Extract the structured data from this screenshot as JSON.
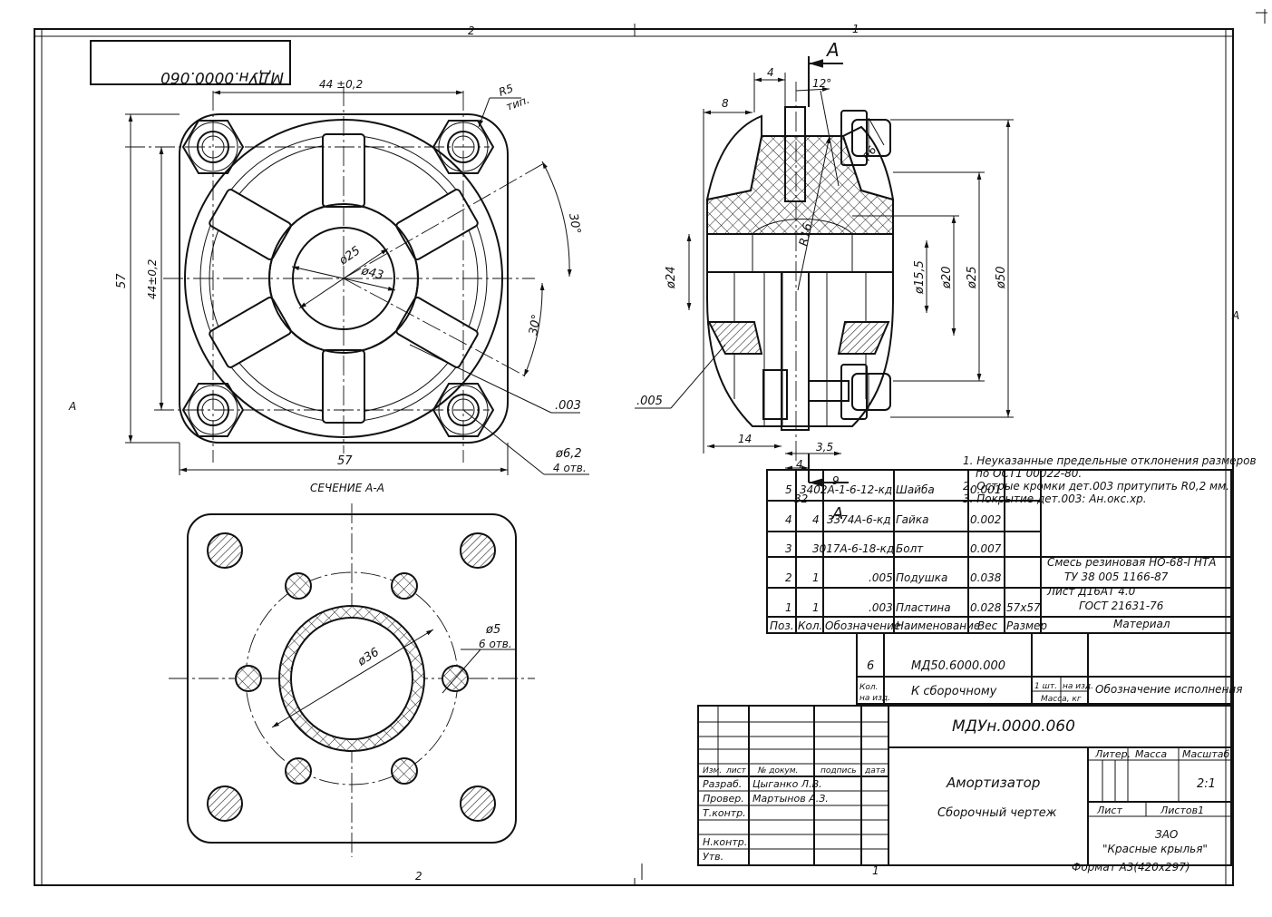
{
  "sheet": {
    "drawing_number": "МДУн.0000.060",
    "drawing_number_mirrored": "МДУн.0000.060",
    "zones": {
      "top_2": "2",
      "top_1": "1",
      "bottom_2": "2",
      "bottom_1": "1",
      "left_a": "А",
      "right_a": "А"
    },
    "format": "Формат А3(420х297)"
  },
  "front_view": {
    "dims": {
      "top_44": "44 ±0,2",
      "r5": "R5",
      "r5_tip": "тип.",
      "left_57": "57",
      "left_44": "44±0,2",
      "bottom_57": "57",
      "angle_30_top": "30°",
      "angle_30_bottom": "30°",
      "d25": "ø25",
      "d43": "ø43",
      "callout_003": ".003",
      "hole_d": "ø6,2",
      "hole_count": "4 отв."
    }
  },
  "section": {
    "title": "СЕЧЕНИЕ А-А",
    "dims": {
      "d36": "ø36",
      "d5": "ø5",
      "holes": "6 отв."
    }
  },
  "side_view": {
    "dims": {
      "mark_a": "А",
      "mark_a2": "А",
      "d4": "4",
      "d8": "8",
      "angle12": "12°",
      "r6": "R6",
      "d24": "ø24",
      "r16": "R16",
      "d15_5": "ø15,5",
      "d20": "ø20",
      "d25": "ø25",
      "d50": "ø50",
      "callout_005": ".005",
      "d14": "14",
      "d3_5": "3,5",
      "d4b": "4",
      "d9": "9",
      "d32": "32"
    }
  },
  "notes": [
    "1. Неуказанные предельные отклонения размеров",
    "по ОСТ1 00022-80.",
    "2. Острые кромки дет.003 притупить R0,2 мм.",
    "3. Покрытие дет.003: Ан.окс.хр."
  ],
  "bom": {
    "headers": [
      "Поз.",
      "Кол.",
      "Обозначение",
      "Наименование",
      "Вес",
      "Размер",
      "Материал"
    ],
    "rows": [
      {
        "pos": "5",
        "qty": "",
        "designation": "3402А-1-6-12-кд",
        "name": "Шайба",
        "weight": "0.001",
        "size": "",
        "material": ""
      },
      {
        "pos": "4",
        "qty": "4",
        "designation": "3374А-6-кд",
        "name": "Гайка",
        "weight": "0.002",
        "size": "",
        "material": ""
      },
      {
        "pos": "3",
        "qty": "",
        "designation": "3017А-6-18-кд",
        "name": "Болт",
        "weight": "0.007",
        "size": "",
        "material": ""
      },
      {
        "pos": "2",
        "qty": "1",
        "designation": ".005",
        "name": "Подушка",
        "weight": "0.038",
        "size": "",
        "material": "Смесь резиновая   НО-68-I  НТА",
        "material2": "ТУ  38 005 1166-87"
      },
      {
        "pos": "1",
        "qty": "1",
        "designation": ".003",
        "name": "Пластина",
        "weight": "0.028",
        "size": "57х57",
        "material": "Лист Д16АТ 4.0",
        "material2": "ГОСТ 21631-76"
      }
    ]
  },
  "execution": {
    "qty": "6",
    "designation": "МД50.6000.000",
    "qty_label": "Кол.",
    "qty_label2": "на изд.",
    "target": "К сборочному",
    "unit_1": "1 шт.",
    "unit_2": "на изд.",
    "mass_label": "Масса, кг",
    "exec_title": "Обозначение исполнения"
  },
  "title_block": {
    "number": "МДУн.0000.060",
    "name": "Амортизатор",
    "doc_type": "Сборочный чертеж",
    "col_headers": [
      "Изм.",
      "лист",
      "№ докум.",
      "подпись",
      "дата"
    ],
    "roles": [
      {
        "role": "Разраб.",
        "person": "Цыганко Л.В."
      },
      {
        "role": "Провер.",
        "person": "Мартынов А.З."
      },
      {
        "role": "Т.контр.",
        "person": ""
      },
      {
        "role": "Н.контр.",
        "person": ""
      },
      {
        "role": "Утв.",
        "person": ""
      }
    ],
    "litera": "Литер.",
    "mass": "Масса",
    "scale": "Масштаб",
    "scale_value": "2:1",
    "sheet": "Лист",
    "sheets": "Листов1",
    "company1": "ЗАО",
    "company2": "\"Красные крылья\""
  }
}
